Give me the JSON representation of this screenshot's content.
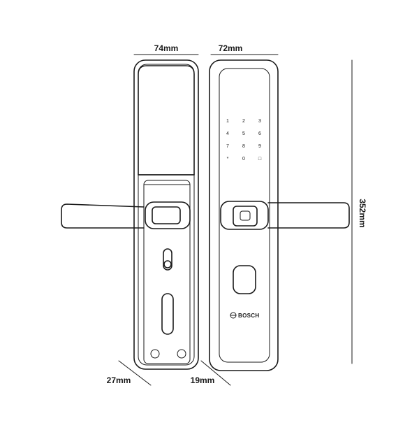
{
  "dimensions": {
    "back_width": "74mm",
    "front_width": "72mm",
    "height": "352mm",
    "back_depth": "27mm",
    "front_depth": "19mm"
  },
  "keypad": {
    "keys": [
      "1",
      "2",
      "3",
      "4",
      "5",
      "6",
      "7",
      "8",
      "9",
      "*",
      "0",
      "□"
    ]
  },
  "brand": {
    "name": "BOSCH"
  },
  "colors": {
    "line": "#1a1a1a",
    "background": "#ffffff"
  }
}
